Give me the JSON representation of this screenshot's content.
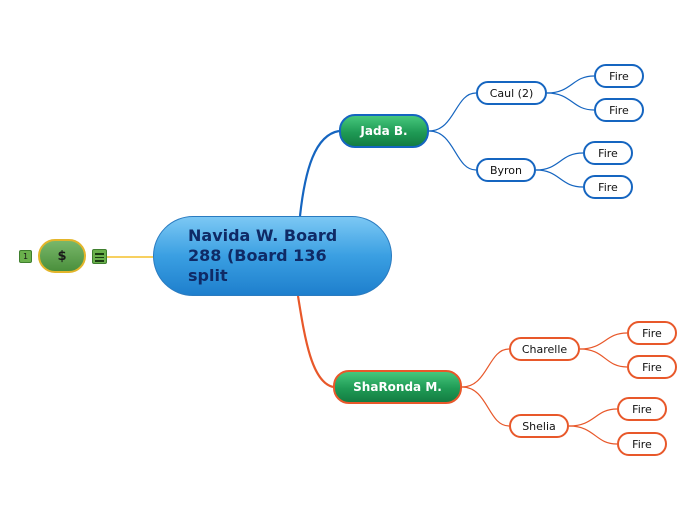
{
  "colors": {
    "left_branch": "#1565c0",
    "right_branch": "#e8582a",
    "attachment_line": "#f2b500",
    "center_fill": "#3a9fe2",
    "branch_fill": "#1f9a55"
  },
  "center": {
    "label": "Navida W. Board 288 (Board 136 split"
  },
  "attachment": {
    "label": "$",
    "badge": "1",
    "icon": "list-icon"
  },
  "branches": [
    {
      "label": "Jada B.",
      "children": [
        {
          "label": "Caul (2)",
          "children": [
            {
              "label": "Fire"
            },
            {
              "label": "Fire"
            }
          ]
        },
        {
          "label": "Byron",
          "children": [
            {
              "label": "Fire"
            },
            {
              "label": "Fire"
            }
          ]
        }
      ]
    },
    {
      "label": "ShaRonda M.",
      "children": [
        {
          "label": "Charelle",
          "children": [
            {
              "label": "Fire"
            },
            {
              "label": "Fire"
            }
          ]
        },
        {
          "label": "Shelia",
          "children": [
            {
              "label": "Fire"
            },
            {
              "label": "Fire"
            }
          ]
        }
      ]
    }
  ]
}
